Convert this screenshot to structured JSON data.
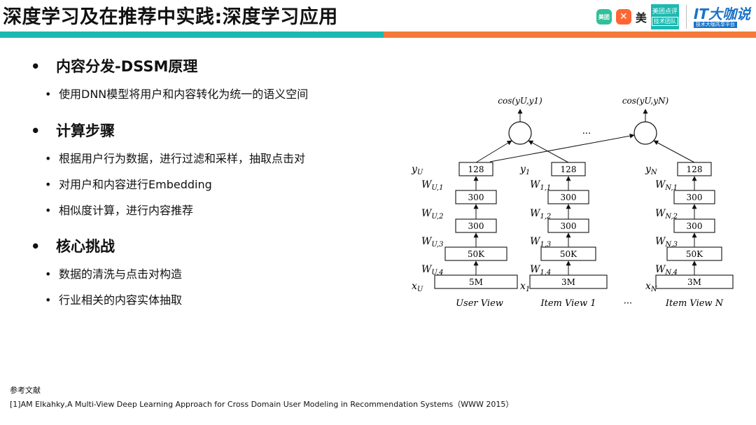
{
  "header": {
    "title": "深度学习及在推荐中实践:深度学习应用",
    "logos": {
      "meituan_icon": "美团",
      "dianping_icon": "✕",
      "mei": "美",
      "tech_top": "美团点评",
      "tech_bottom": "技术团队",
      "it_main": "IT大咖说",
      "it_sub": "技术大咖共享平台"
    },
    "colors": {
      "teal": "#1bb9b0",
      "orange": "#f47a3c"
    }
  },
  "sections": [
    {
      "heading": "内容分发-DSSM原理",
      "items": [
        "使用DNN模型将用户和内容转化为统一的语义空间"
      ]
    },
    {
      "heading": "计算步骤",
      "items": [
        "根据用户行为数据，进行过滤和采样，抽取点击对",
        "对用户和内容进行Embedding",
        "相似度计算，进行内容推荐"
      ]
    },
    {
      "heading": "核心挑战",
      "items": [
        "数据的清洗与点击对构造",
        "行业相关的内容实体抽取"
      ]
    }
  ],
  "bullet_major": "•",
  "bullet_minor": "•",
  "diagram": {
    "cos_left": "cos(yU,y1)",
    "cos_right": "cos(yU,yN)",
    "ellipsis": "...",
    "ellipsis_bottom": "···",
    "columns": [
      {
        "view": "User View",
        "y_label": "yU",
        "x_label": "xU",
        "boxes": [
          "128",
          "300",
          "300",
          "50K",
          "5M"
        ],
        "weights": [
          "WU,4",
          "WU,3",
          "WU,2",
          "WU,1"
        ]
      },
      {
        "view": "Item View 1",
        "y_label": "y1",
        "x_label": "x1",
        "boxes": [
          "128",
          "300",
          "300",
          "50K",
          "3M"
        ],
        "weights": [
          "W1,4",
          "W1,3",
          "W1,2",
          "W1,1"
        ]
      },
      {
        "view": "Item View N",
        "y_label": "yN",
        "x_label": "xN",
        "boxes": [
          "128",
          "300",
          "300",
          "50K",
          "3M"
        ],
        "weights": [
          "WN,4",
          "WN,3",
          "WN,2",
          "WN,1"
        ]
      }
    ]
  },
  "references": {
    "heading": "参考文献",
    "items": [
      "[1]AM Elkahky,A Multi-View Deep Learning Approach for Cross Domain User Modeling in Recommendation Systems（WWW 2015）"
    ]
  }
}
